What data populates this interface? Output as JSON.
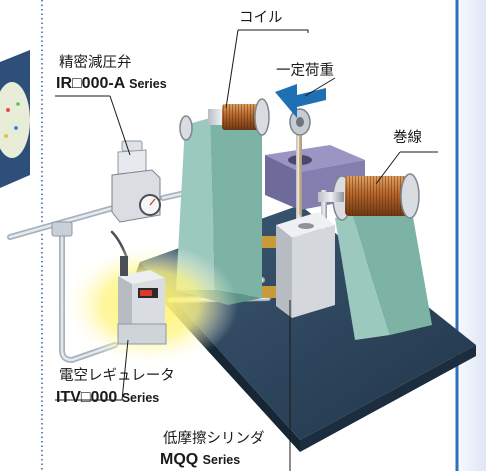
{
  "labels": {
    "coil": "コイル",
    "regulator_name": "精密減圧弁",
    "regulator_model": "IR□000-A",
    "regulator_series": "Series",
    "constant_load": "一定荷重",
    "winding": "巻線",
    "e_regulator_name": "電空レギュレータ",
    "e_regulator_model": "ITV□000",
    "e_regulator_series": "Series",
    "cylinder_name": "低摩擦シリンダ",
    "cylinder_model": "MQQ",
    "cylinder_series": "Series"
  },
  "colors": {
    "base_plate": "#2f4a63",
    "stand": "#8fc0b4",
    "coil_copper": "#b86a2e",
    "arrow": "#1f6fb3",
    "right_panel": "#e9eef8",
    "purple_block": "#7e79a8",
    "glow": "#fff24a"
  }
}
